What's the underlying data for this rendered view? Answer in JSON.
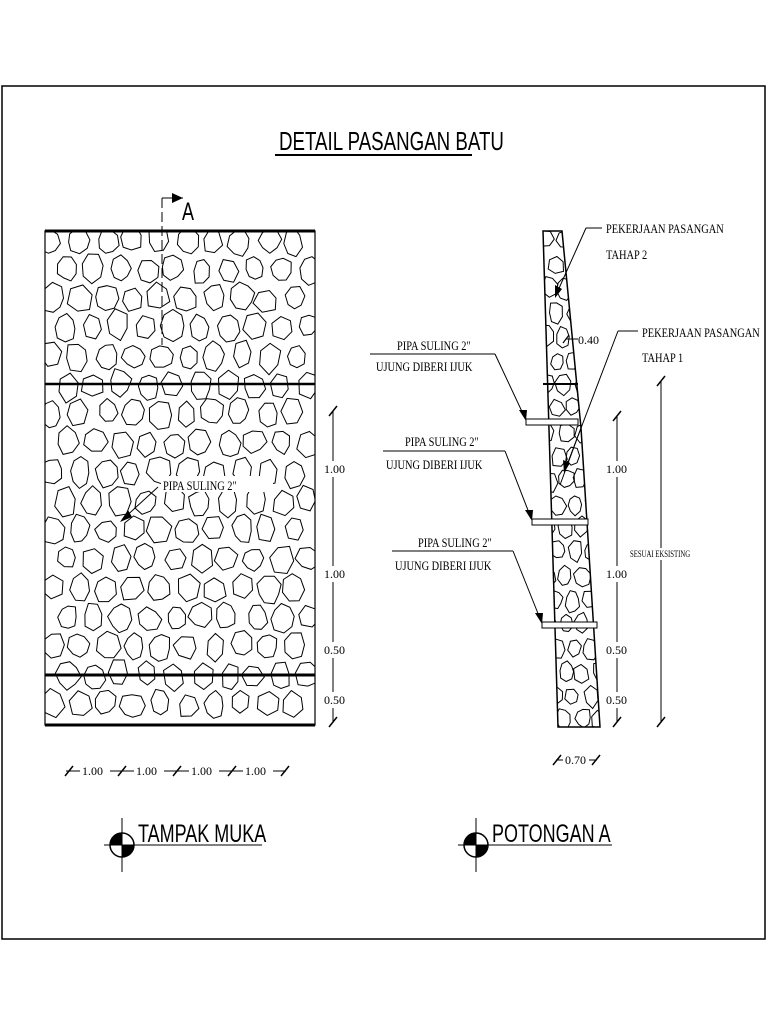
{
  "drawing": {
    "title": "DETAIL PASANGAN BATU",
    "section_marker": "A",
    "front_view": {
      "title": "TAMPAK MUKA",
      "callout": "PIPA SULING 2\"",
      "dims_vertical": [
        "1.00",
        "1.00",
        "0.50",
        "0.50"
      ],
      "dims_horizontal": [
        "1.00",
        "1.00",
        "1.00",
        "1.00"
      ]
    },
    "section_view": {
      "title": "POTONGAN A",
      "top_width": "0.40",
      "bottom_width": "0.70",
      "dims_vertical": [
        "1.00",
        "1.00",
        "0.50",
        "0.50"
      ],
      "existing_label": "SESUAI EKSISTING",
      "stage2": {
        "line1": "PEKERJAAN PASANGAN",
        "line2": "TAHAP 2"
      },
      "stage1": {
        "line1": "PEKERJAAN PASANGAN",
        "line2": "TAHAP 1"
      },
      "pipes": [
        {
          "line1": "PIPA SULING 2\"",
          "line2": "UJUNG DIBERI IJUK"
        },
        {
          "line1": "PIPA SULING 2\"",
          "line2": "UJUNG DIBERI IJUK"
        },
        {
          "line1": "PIPA SULING 2\"",
          "line2": "UJUNG DIBERI IJUK"
        }
      ]
    }
  }
}
